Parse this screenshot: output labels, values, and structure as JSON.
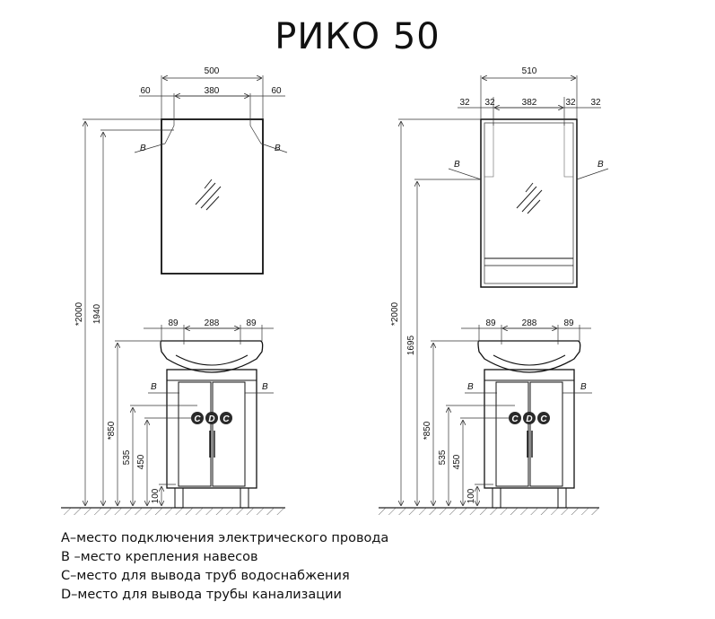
{
  "title": "РИКО 50",
  "left": {
    "mirror_width": "500",
    "mirror_side_left": "60",
    "mirror_inner": "380",
    "mirror_side_right": "60",
    "mirror_mount_left": "B",
    "mirror_mount_right": "B",
    "height_total": "*2000",
    "height_mount": "1940",
    "basin_left": "89",
    "basin_inner": "288",
    "basin_right": "89",
    "cab_mount_left": "B",
    "cab_mount_right": "B",
    "height_850": "*850",
    "height_535": "535",
    "height_450": "450",
    "height_100": "100",
    "conn_c1": "C",
    "conn_d": "D",
    "conn_c2": "C"
  },
  "right": {
    "mirror_width": "510",
    "side_left_outer": "32",
    "side_left_inner": "32",
    "mirror_inner": "382",
    "side_right_inner": "32",
    "side_right_outer": "32",
    "mirror_mount_left": "B",
    "mirror_mount_right": "B",
    "height_total": "*2000",
    "height_mount": "1695",
    "basin_left": "89",
    "basin_inner": "288",
    "basin_right": "89",
    "cab_mount_left": "B",
    "cab_mount_right": "B",
    "height_850": "*850",
    "height_535": "535",
    "height_450": "450",
    "height_100": "100",
    "conn_c1": "C",
    "conn_d": "D",
    "conn_c2": "C"
  },
  "legend": [
    "А–место подключения электрического провода",
    "В –место крепления навесов",
    "С–место для вывода труб водоснабжения",
    "D–место для вывода трубы канализации"
  ]
}
